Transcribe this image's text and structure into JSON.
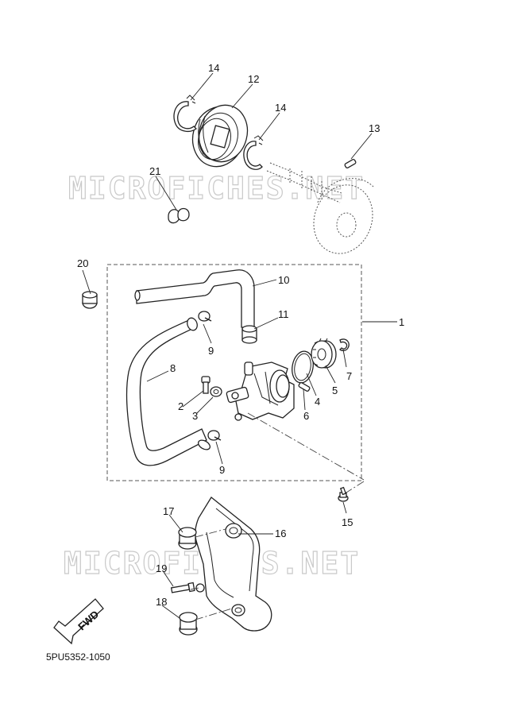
{
  "watermark": "MICROFICHES.NET",
  "reference_code": "5PU5352-1050",
  "fwd_label": "FWD",
  "callouts": {
    "c1": "1",
    "c2": "2",
    "c3": "3",
    "c4": "4",
    "c5": "5",
    "c6": "6",
    "c7": "7",
    "c8": "8",
    "c9a": "9",
    "c9b": "9",
    "c10": "10",
    "c11": "11",
    "c12": "12",
    "c13": "13",
    "c14a": "14",
    "c14b": "14",
    "c15": "15",
    "c16": "16",
    "c17": "17",
    "c18": "18",
    "c19": "19",
    "c20": "20",
    "c21": "21"
  }
}
